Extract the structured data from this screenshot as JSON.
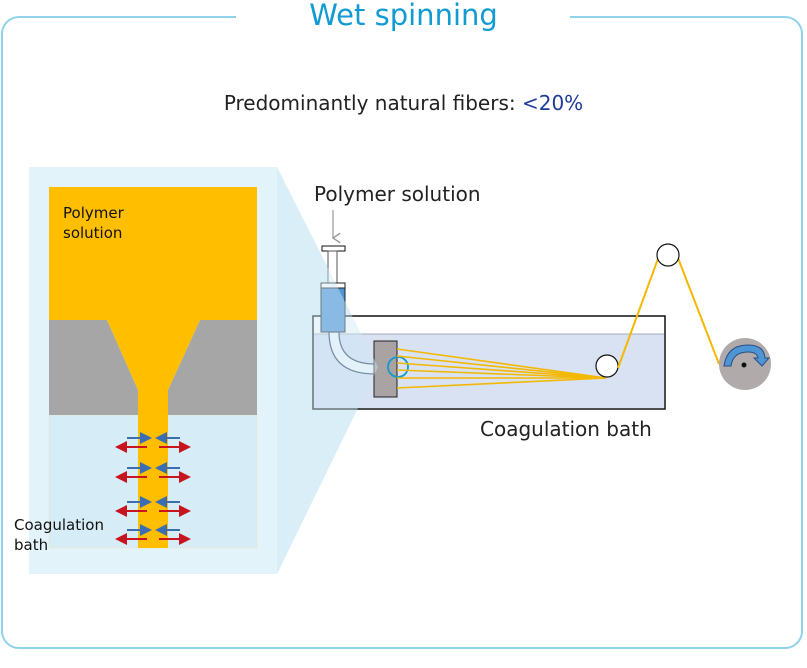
{
  "title": "Wet spinning",
  "subtitle": {
    "text": "Predominantly natural fibers:",
    "highlight": "<20%"
  },
  "detail_view": {
    "polymer_label_line1": "Polymer",
    "polymer_label_line2": "solution",
    "bath_label_line1": "Coagulation",
    "bath_label_line2": "bath",
    "arrow_pairs": 4
  },
  "process_view": {
    "polymer_label": "Polymer solution",
    "bath_label": "Coagulation bath"
  },
  "colors": {
    "frame": "#8fd3ea",
    "title": "#119bd2",
    "highlight": "#1f3b97",
    "polymer": "#ffbf00",
    "spinneret": "#a6a6a6",
    "bath": "#d6ecf7",
    "zoom_bg": "#e3f3fa",
    "inflow_arrow": "#3a6eb0",
    "outflow_arrow": "#c8141e",
    "syringe": "#4f94d3",
    "tank_water": "#d8e2f2",
    "fiber": "#f5b800"
  }
}
